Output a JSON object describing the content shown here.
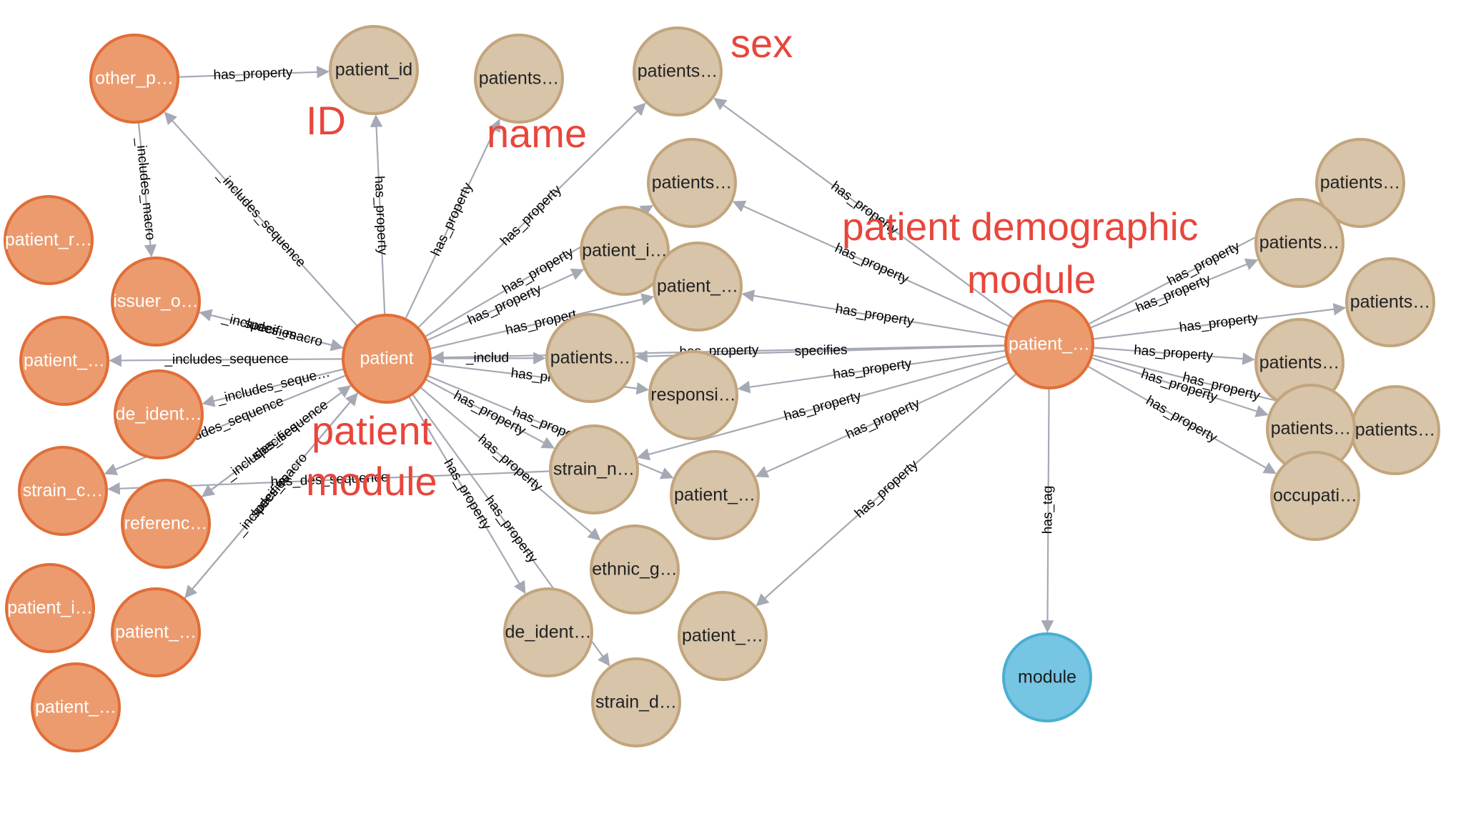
{
  "colors": {
    "module_node": "#ec9b6e",
    "module_stroke": "#e06e38",
    "property_node": "#d7c4a9",
    "property_stroke": "#c2a57d",
    "tag_node": "#76c5e3",
    "tag_stroke": "#4aaed3",
    "edge": "#a5a9b4",
    "annotation": "#e8463c"
  },
  "annotations": [
    {
      "id": "a_sex",
      "text": "sex"
    },
    {
      "id": "a_id",
      "text": "ID"
    },
    {
      "id": "a_name",
      "text": "name"
    },
    {
      "id": "a_pdm1",
      "text": "patient demographic"
    },
    {
      "id": "a_pdm2",
      "text": "module"
    },
    {
      "id": "a_pm1",
      "text": "patient"
    },
    {
      "id": "a_pm2",
      "text": "module"
    }
  ],
  "nodes": [
    {
      "id": "other_p",
      "label": "other_p…",
      "kind": "module"
    },
    {
      "id": "patient_id",
      "label": "patient_id",
      "kind": "property"
    },
    {
      "id": "patients_name",
      "label": "patients…",
      "kind": "property"
    },
    {
      "id": "patients_sex",
      "label": "patients…",
      "kind": "property"
    },
    {
      "id": "patient_r",
      "label": "patient_r…",
      "kind": "module"
    },
    {
      "id": "issuer_o",
      "label": "issuer_o…",
      "kind": "module"
    },
    {
      "id": "patient_l1",
      "label": "patient_…",
      "kind": "module"
    },
    {
      "id": "de_ident_m",
      "label": "de_ident…",
      "kind": "module"
    },
    {
      "id": "strain_c",
      "label": "strain_c…",
      "kind": "module"
    },
    {
      "id": "referenc",
      "label": "referenc…",
      "kind": "module"
    },
    {
      "id": "patient_i_l",
      "label": "patient_i…",
      "kind": "module"
    },
    {
      "id": "patient_l2",
      "label": "patient_…",
      "kind": "module"
    },
    {
      "id": "patient_l3",
      "label": "patient_…",
      "kind": "module"
    },
    {
      "id": "patient",
      "label": "patient",
      "kind": "module"
    },
    {
      "id": "patients_u1",
      "label": "patients…",
      "kind": "property"
    },
    {
      "id": "patient_i_c",
      "label": "patient_i…",
      "kind": "property"
    },
    {
      "id": "patient_c1",
      "label": "patient_…",
      "kind": "property"
    },
    {
      "id": "patients_c2",
      "label": "patients…",
      "kind": "property"
    },
    {
      "id": "responsi",
      "label": "responsi…",
      "kind": "property"
    },
    {
      "id": "strain_n",
      "label": "strain_n…",
      "kind": "property"
    },
    {
      "id": "patient_c3",
      "label": "patient_…",
      "kind": "property"
    },
    {
      "id": "ethnic_g",
      "label": "ethnic_g…",
      "kind": "property"
    },
    {
      "id": "de_ident_p",
      "label": "de_ident…",
      "kind": "property"
    },
    {
      "id": "patient_c4",
      "label": "patient_…",
      "kind": "property"
    },
    {
      "id": "strain_d",
      "label": "strain_d…",
      "kind": "property"
    },
    {
      "id": "patient_demo",
      "label": "patient_…",
      "kind": "module"
    },
    {
      "id": "module",
      "label": "module",
      "kind": "tag"
    },
    {
      "id": "r_patients1",
      "label": "patients…",
      "kind": "property"
    },
    {
      "id": "r_patients2",
      "label": "patients…",
      "kind": "property"
    },
    {
      "id": "r_patients3",
      "label": "patients…",
      "kind": "property"
    },
    {
      "id": "r_patients4",
      "label": "patients…",
      "kind": "property"
    },
    {
      "id": "r_patients5",
      "label": "patients…",
      "kind": "property"
    },
    {
      "id": "r_patients6",
      "label": "patients…",
      "kind": "property"
    },
    {
      "id": "occupati",
      "label": "occupati…",
      "kind": "property"
    }
  ],
  "edges": [
    {
      "from": "other_p",
      "to": "patient_id",
      "label": "has_property"
    },
    {
      "from": "other_p",
      "to": "issuer_o",
      "label": "_includes_macro"
    },
    {
      "from": "patient",
      "to": "other_p",
      "label": "_includes_sequence"
    },
    {
      "from": "patient",
      "to": "patient_id",
      "label": "has_property"
    },
    {
      "from": "patient",
      "to": "patients_name",
      "label": "has_property"
    },
    {
      "from": "patient",
      "to": "patients_sex",
      "label": "has_property"
    },
    {
      "from": "issuer_o",
      "to": "patient",
      "label": "specifies"
    },
    {
      "from": "patient",
      "to": "issuer_o",
      "label": "_includes_macro"
    },
    {
      "from": "patient",
      "to": "patient_l1",
      "label": "_includes_sequence"
    },
    {
      "from": "patient",
      "to": "de_ident_m",
      "label": "_includes_seque…"
    },
    {
      "from": "patient",
      "to": "strain_c",
      "label": "_includes_sequence"
    },
    {
      "from": "patient",
      "to": "referenc",
      "label": "_includes_sequence"
    },
    {
      "from": "patient",
      "to": "patient_l2",
      "label": "_includes_macro"
    },
    {
      "from": "referenc",
      "to": "patient",
      "label": "specifies"
    },
    {
      "from": "patient_l2",
      "to": "patient",
      "label": "specifies"
    },
    {
      "from": "patient",
      "to": "patients_u1",
      "label": "has_property"
    },
    {
      "from": "patient",
      "to": "patient_i_c",
      "label": "has_property"
    },
    {
      "from": "patient",
      "to": "patient_c1",
      "label": "has_propert"
    },
    {
      "from": "patient",
      "to": "patients_c2",
      "label": "_includ"
    },
    {
      "from": "patient",
      "to": "responsi",
      "label": "has_prop"
    },
    {
      "from": "patient",
      "to": "strain_n",
      "label": "has_property"
    },
    {
      "from": "patient",
      "to": "patient_c3",
      "label": "has_property"
    },
    {
      "from": "patient",
      "to": "ethnic_g",
      "label": "has_property"
    },
    {
      "from": "patient",
      "to": "de_ident_p",
      "label": "has_property"
    },
    {
      "from": "patient",
      "to": "strain_d",
      "label": "has_property"
    },
    {
      "from": "strain_n",
      "to": "strain_c",
      "label": "has_des_sequence"
    },
    {
      "from": "patient_demo",
      "to": "patient",
      "label": "has_property"
    },
    {
      "from": "patient_demo",
      "to": "patients_sex",
      "label": "has_property"
    },
    {
      "from": "patient_demo",
      "to": "patients_u1",
      "label": "has_property"
    },
    {
      "from": "patient_demo",
      "to": "patient_c1",
      "label": "has_property"
    },
    {
      "from": "patient_demo",
      "to": "patients_c2",
      "label": "specifies"
    },
    {
      "from": "patient_demo",
      "to": "responsi",
      "label": "has_property"
    },
    {
      "from": "patient_demo",
      "to": "strain_n",
      "label": "has_property"
    },
    {
      "from": "patient_demo",
      "to": "patient_c3",
      "label": "has_property"
    },
    {
      "from": "patient_demo",
      "to": "patient_c4",
      "label": "has_property"
    },
    {
      "from": "patient_demo",
      "to": "module",
      "label": "has_tag"
    },
    {
      "from": "patient_demo",
      "to": "r_patients1",
      "label": "has_property"
    },
    {
      "from": "patient_demo",
      "to": "r_patients2",
      "label": "has_property"
    },
    {
      "from": "patient_demo",
      "to": "r_patients3",
      "label": "has_property"
    },
    {
      "from": "patient_demo",
      "to": "r_patients4",
      "label": "has_property"
    },
    {
      "from": "patient_demo",
      "to": "r_patients5",
      "label": "has_property"
    },
    {
      "from": "patient_demo",
      "to": "r_patients6",
      "label": "has_property"
    },
    {
      "from": "patient_demo",
      "to": "occupati",
      "label": "has_property"
    }
  ]
}
